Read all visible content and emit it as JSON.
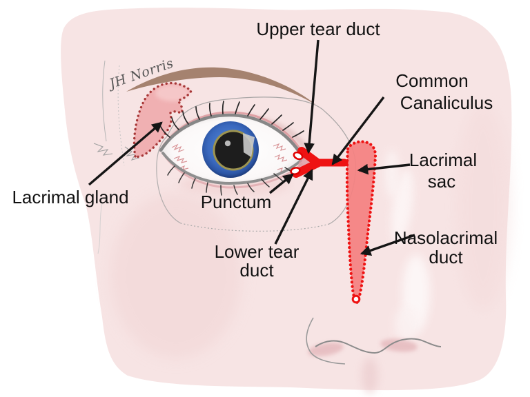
{
  "diagram": {
    "signature": "JH Norris",
    "labels": {
      "upper_tear_duct": "Upper tear duct",
      "common_canaliculus_line1": "Common",
      "common_canaliculus_line2": "Canaliculus",
      "lacrimal_sac_line1": "Lacrimal",
      "lacrimal_sac_line2": "sac",
      "nasolacrimal_duct_line1": "Nasolacrimal",
      "nasolacrimal_duct_line2": "duct",
      "lacrimal_gland": "Lacrimal gland",
      "punctum": "Punctum",
      "lower_tear_duct_line1": "Lower tear",
      "lower_tear_duct_line2": "duct"
    },
    "colors": {
      "skin": "#f7e4e4",
      "duct_red": "#ee1212",
      "sac_fill": "#f48181",
      "gland_fill": "#f0b0b2",
      "gland_dots": "#a73737",
      "eyebrow": "#a5826f",
      "label_text": "#111111"
    }
  }
}
